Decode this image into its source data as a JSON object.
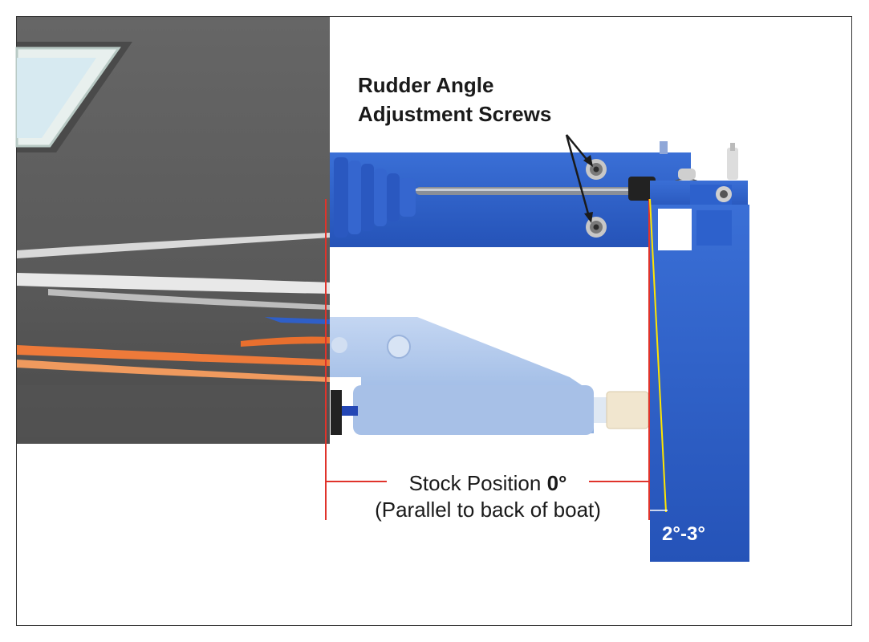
{
  "labels": {
    "screws_line1": "Rudder Angle",
    "screws_line2": "Adjustment Screws",
    "stock_prefix": "Stock Position ",
    "stock_value": "0°",
    "stock_note": "(Parallel to back of boat)",
    "angle_range": "2°-3°"
  },
  "colors": {
    "hull": "#5f5f5f",
    "mount_blue": "#2c5fc9",
    "stinger_blue": "#a9c2e8",
    "reference_red": "#e0332b",
    "angle_yellow": "#ffe600",
    "stripe_orange": "#ee7a3a"
  }
}
